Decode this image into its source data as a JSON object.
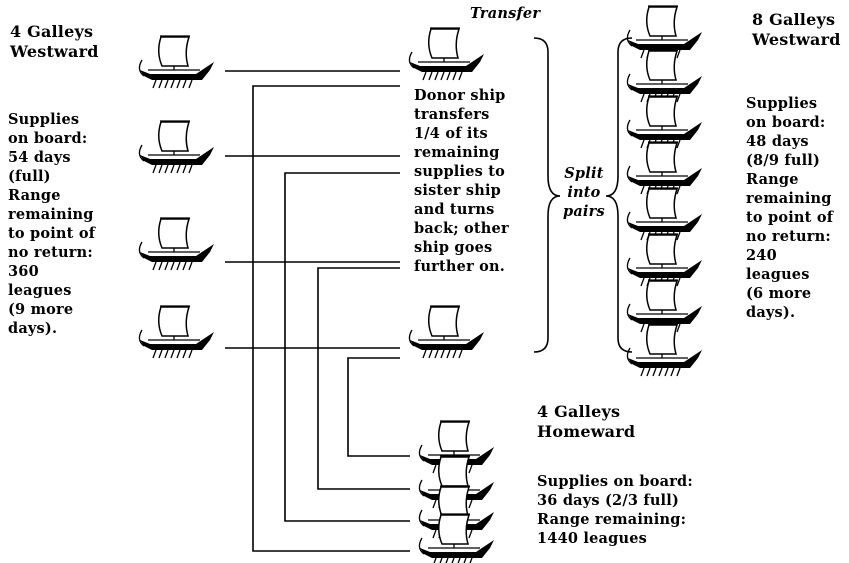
{
  "west_group": {
    "title": [
      "4 Galleys",
      "Westward"
    ],
    "info": [
      "Supplies",
      "on board:",
      "54 days",
      "(full)",
      "Range",
      "remaining",
      "to point of",
      "no return:",
      "360",
      "leagues",
      "(9 more",
      "days)."
    ],
    "ship_icon": "galley-icon"
  },
  "transfer": {
    "label": "Transfer",
    "description": [
      "Donor ship",
      "transfers",
      "1/4 of its",
      "remaining",
      "supplies to",
      "sister ship",
      "and turns",
      "back; other",
      "ship goes",
      "further on."
    ]
  },
  "split": {
    "label": [
      "Split",
      "into",
      "pairs"
    ]
  },
  "east_group": {
    "title": [
      "8 Galleys",
      "Westward"
    ],
    "info": [
      "Supplies",
      "on board:",
      "48 days",
      "(8/9 full)",
      "Range",
      "remaining",
      "to point of",
      "no return:",
      "240",
      "leagues",
      "(6 more",
      "days)."
    ]
  },
  "home_group": {
    "title": [
      "4 Galleys",
      "Homeward"
    ],
    "info": [
      "Supplies on board:",
      "36 days (2/3 full)",
      "Range remaining:",
      "1440 leagues"
    ]
  }
}
